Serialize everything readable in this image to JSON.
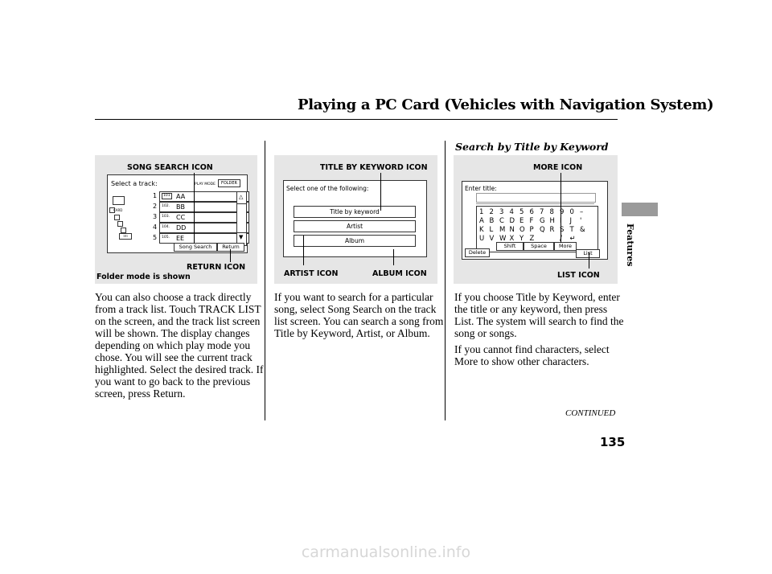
{
  "header": {
    "title": "Playing a PC Card (Vehicles with Navigation System)"
  },
  "section_subtitle": "Search by Title by Keyword",
  "panels": {
    "left": {
      "top_label": "SONG SEARCH ICON",
      "bottom_label": "RETURN ICON",
      "caption": "Folder mode is shown",
      "screen": {
        "prompt": "Select a track:",
        "play_mode_label": "PLAY MODE",
        "folder_button": "FOLDER",
        "folder_icons": [
          "CARD",
          "101"
        ],
        "tracks": [
          {
            "num": "1",
            "code": "101",
            "name": "AA"
          },
          {
            "num": "2",
            "code": "102.",
            "name": "BB"
          },
          {
            "num": "3",
            "code": "103.",
            "name": "CC"
          },
          {
            "num": "4",
            "code": "104.",
            "name": "DD"
          },
          {
            "num": "5",
            "code": "105.",
            "name": "EE"
          }
        ],
        "song_search_button": "Song Search",
        "return_button": "Return"
      }
    },
    "middle": {
      "top_label": "TITLE BY KEYWORD ICON",
      "bottom_left_label": "ARTIST ICON",
      "bottom_right_label": "ALBUM ICON",
      "screen": {
        "prompt": "Select one of the following:",
        "options": [
          "Title by keyword",
          "Artist",
          "Album"
        ]
      }
    },
    "right": {
      "top_label": "MORE ICON",
      "bottom_label": "LIST ICON",
      "screen": {
        "prompt": "Enter title:",
        "keys": [
          [
            "1",
            "2",
            "3",
            "4",
            "5",
            "6",
            "7",
            "8",
            "9",
            "0",
            "–"
          ],
          [
            "A",
            "B",
            "C",
            "D",
            "E",
            "F",
            "G",
            "H",
            "I",
            "J",
            "'"
          ],
          [
            "K",
            "L",
            "M",
            "N",
            "O",
            "P",
            "Q",
            "R",
            "S",
            "T",
            "&"
          ],
          [
            "U",
            "V",
            "W",
            "X",
            "Y",
            "Z",
            "",
            "",
            "/",
            "↵",
            ""
          ]
        ],
        "bottom_keys": [
          "Shift",
          "Space",
          "More"
        ],
        "delete_button": "Delete",
        "list_button": "List"
      }
    }
  },
  "paragraphs": {
    "left": "You can also choose a track directly from a track list. Touch TRACK LIST on the screen, and the track list screen will be shown. The display changes depending on which play mode you chose. You will see the current track highlighted. Select the desired track. If you want to go back to the previous screen, press Return.",
    "middle": "If you want to search for a particular song, select Song Search on the track list screen. You can search a song from Title by Keyword, Artist, or Album.",
    "right_1": "If you choose Title by Keyword, enter the title or any keyword, then press List. The system will search to find the song or songs.",
    "right_2": "If you cannot find characters, select More to show other characters."
  },
  "side_tab_text": "Features",
  "continued": "CONTINUED",
  "page_number": "135",
  "watermark": "carmanualsonline.info"
}
